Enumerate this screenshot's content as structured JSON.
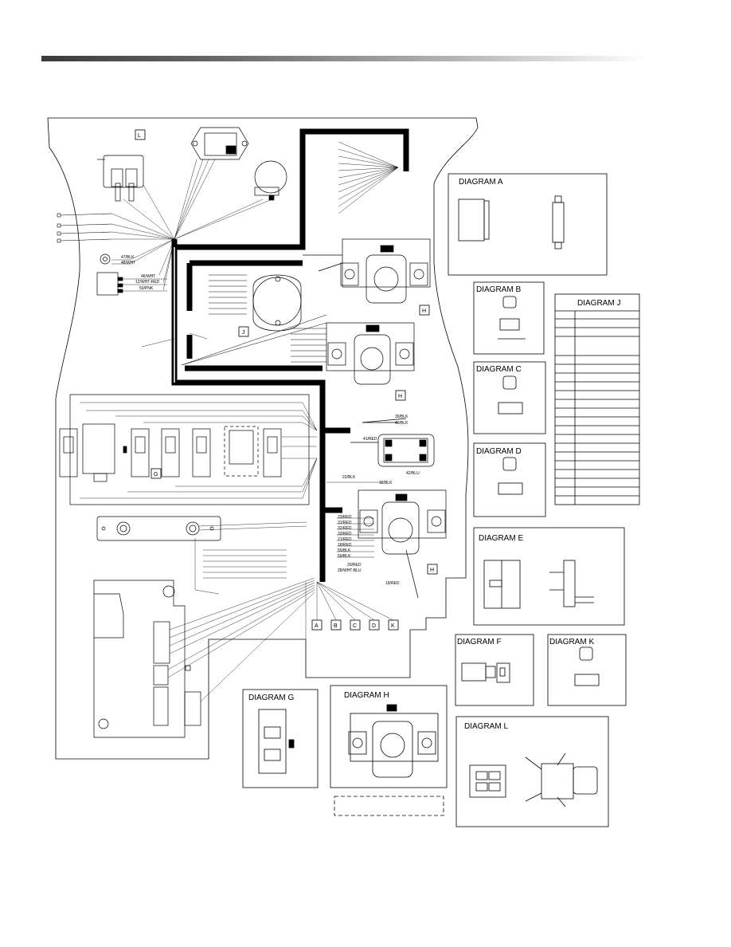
{
  "diagram_boxes": {
    "a": "DIAGRAM A",
    "b": "DIAGRAM B",
    "c": "DIAGRAM C",
    "d": "DIAGRAM D",
    "e": "DIAGRAM E",
    "f": "DIAGRAM F",
    "g": "DIAGRAM G",
    "h": "DIAGRAM H",
    "j": "DIAGRAM J",
    "k": "DIAGRAM K",
    "l": "DIAGRAM L"
  },
  "callouts": {
    "L": "L",
    "J": "J",
    "H1": "H",
    "H2": "H",
    "H3": "H",
    "G": "G",
    "A": "A",
    "B": "B",
    "C": "C",
    "D": "D",
    "K": "K"
  },
  "wire_labels": {
    "w47blk": "47/BLK",
    "w48wht": "48/WHT",
    "w46wht": "46/WHT",
    "w12whtred": "12/WHT-RED",
    "w50pnk": "50/PNK",
    "w39blk": "39/BLK",
    "w40blk": "40/BLK",
    "w41red": "41/RED",
    "w42blu": "42/BLU",
    "w22blk": "22/BLK",
    "w18blk": "18/BLK",
    "w23red": "23/RED",
    "w31red": "31/RED",
    "w32red": "32/RED",
    "w33red": "33/RED",
    "w21red": "21/RED",
    "w18red": "18/RED",
    "w55blk": "55/BLK",
    "w59blk": "59/BLK",
    "w20red": "20/RED",
    "w28whtblu": "28/WHT-BLU",
    "w19red": "19/RED"
  }
}
